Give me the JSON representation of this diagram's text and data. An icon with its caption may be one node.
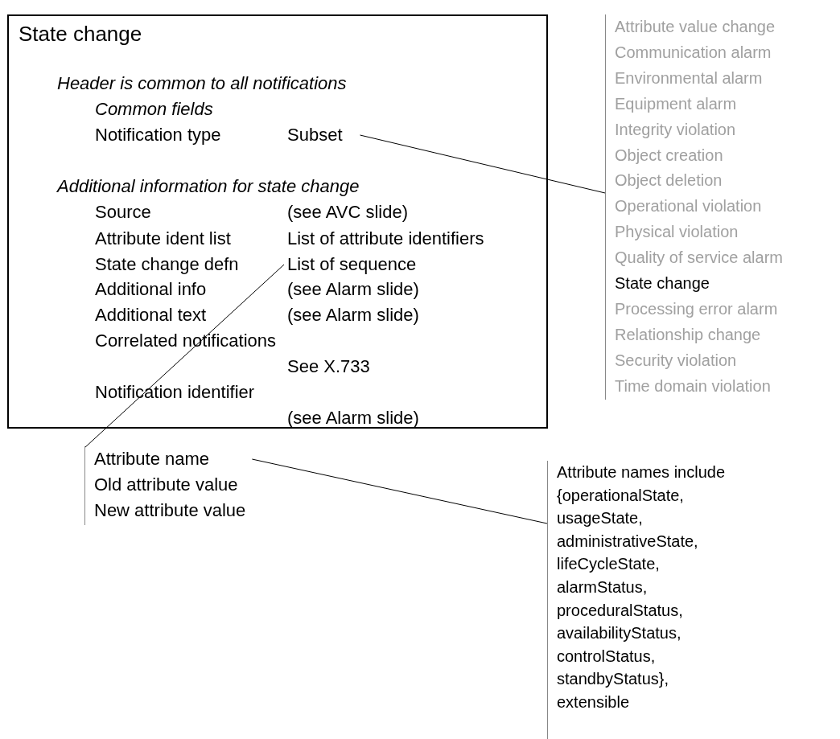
{
  "diagram": {
    "nodes": [
      {
        "text": [
          "State change",
          "Header is common to all notifications",
          "Common fields",
          "Notification type",
          "Additional information for state change",
          "Source",
          "(see AVC slide)",
          "Attribute ident list",
          "List of attribute identifiers",
          "State change defn",
          "Additional info",
          "(see Alarm slide)",
          "Additional text",
          "(see Alarm slide)",
          "Correlated notifications",
          "See X.733",
          "Notification identifier",
          "(see Alarm slide)"
        ]
      },
      {
        "text": [
          "Subset"
        ],
        "in": 0
      },
      {
        "text": [
          "List of sequence"
        ],
        "in": 0
      },
      {
        "text": [
          "Attribute value change",
          "Communication alarm",
          "Environmental alarm",
          "Equipment alarm",
          "Integrity violation",
          "Object creation",
          "Object deletion",
          "Operational violation",
          "Physical violation",
          "Quality of service alarm",
          "State change",
          "Processing error alarm",
          "Relationship change",
          "Security violation",
          "Time domain violation"
        ]
      },
      {
        "text": [
          "Old attribute value",
          "New attribute value"
        ]
      },
      {
        "text": [
          "Attribute name"
        ],
        "in": 4
      },
      {
        "text": [
          "Attribute names include",
          "{operationalState, usageState, administrativeState, lifeCycleState, alarmStatus, proceduralStatus, availabilityStatus, controlStatus, standbyStatus}, extensible"
        ]
      }
    ],
    "edges": [
      {
        "from": 1,
        "to": 3,
        "arrow": "none"
      },
      {
        "from": 2,
        "to": 4,
        "arrow": "none"
      },
      {
        "from": 5,
        "to": 6,
        "arrow": "none"
      }
    ]
  }
}
